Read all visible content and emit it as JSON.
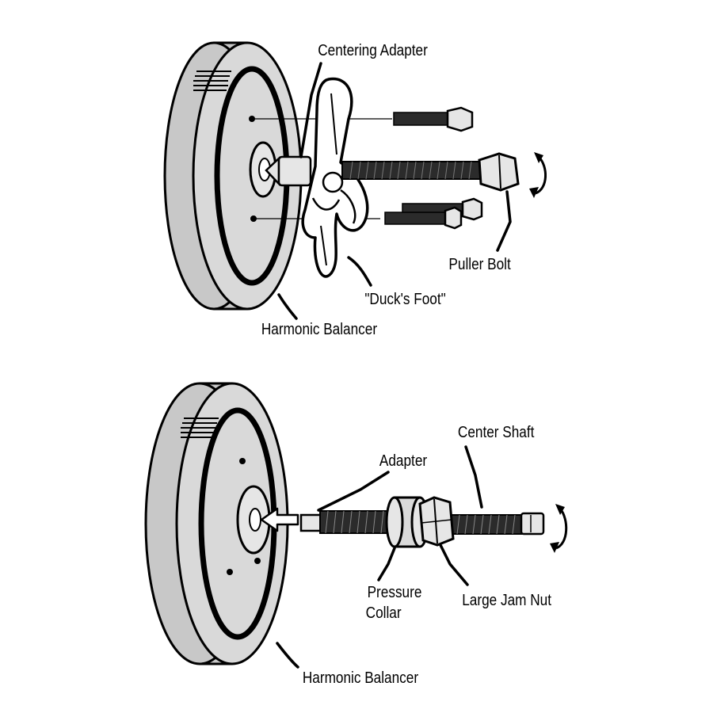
{
  "colors": {
    "ink": "#000000",
    "balancer_fill": "#c8c8c8",
    "balancer_face": "#d9d9d9",
    "metal_fill": "#e6e6e6",
    "background": "#ffffff"
  },
  "figures": [
    {
      "labels": {
        "centering_adapter": "Centering Adapter",
        "puller_bolt": "Puller Bolt",
        "ducks_foot": "\"Duck's Foot\"",
        "harmonic_balancer": "Harmonic Balancer"
      },
      "icons": [
        "balancer-wheel-icon",
        "ducks-foot-icon",
        "puller-bolt-icon",
        "short-bolt-icon",
        "rotation-arrow-icon"
      ]
    },
    {
      "labels": {
        "center_shaft": "Center Shaft",
        "adapter": "Adapter",
        "pressure_collar_line1": "Pressure",
        "pressure_collar_line2": "Collar",
        "large_jam_nut": "Large Jam Nut",
        "harmonic_balancer": "Harmonic Balancer"
      },
      "icons": [
        "balancer-wheel-icon",
        "threaded-shaft-icon",
        "jam-nut-icon",
        "pressure-collar-icon",
        "push-arrow-icon",
        "rotation-arrow-icon"
      ]
    }
  ]
}
